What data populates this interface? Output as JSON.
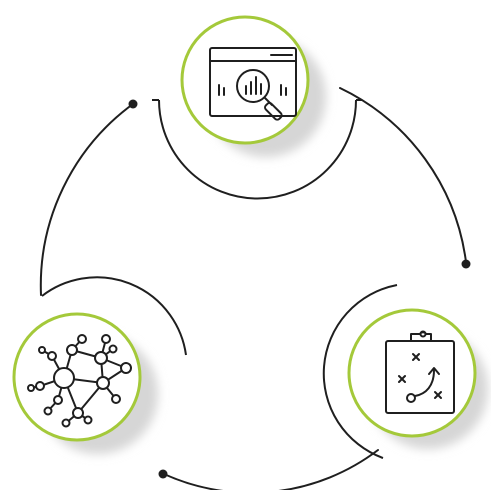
{
  "diagram": {
    "type": "cycle",
    "nodes": [
      {
        "id": "analytics",
        "icon": "browser-analytics-magnifier-icon"
      },
      {
        "id": "strategy",
        "icon": "clipboard-strategy-play-icon"
      },
      {
        "id": "network",
        "icon": "network-nodes-icon"
      }
    ],
    "colors": {
      "ring_accent": "#a4c93a",
      "line": "#1f1f1f",
      "shadow": "#d6d6d6",
      "background": "#ffffff"
    }
  }
}
